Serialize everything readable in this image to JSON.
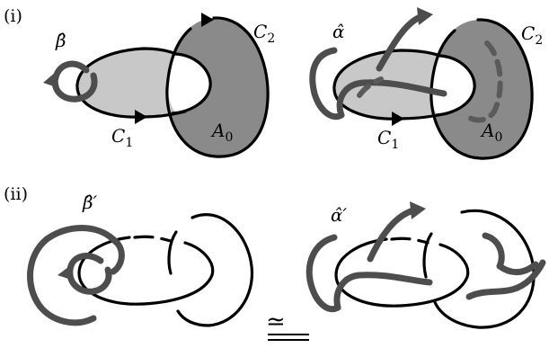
{
  "panels": {
    "i": {
      "label": "(i)",
      "left": {
        "beta_hat": "β̂",
        "c1": "C",
        "c1_sub": "1",
        "c2": "C",
        "c2_sub": "2",
        "a0": "A",
        "a0_sub": "0"
      },
      "right": {
        "alpha_hat": "α̂",
        "c1": "C",
        "c1_sub": "1",
        "c2": "C",
        "c2_sub": "2",
        "a0": "A",
        "a0_sub": "0"
      }
    },
    "ii": {
      "label": "(ii)",
      "left": {
        "beta_hat_prime": "β̂′"
      },
      "right": {
        "alpha_hat_prime": "α̂′"
      },
      "relation": "≃"
    }
  },
  "colors": {
    "disk_light": "#c8c8c8",
    "disk_dark": "#8a8a8a",
    "knot_gray": "#4d4d4d",
    "curve_black": "#000000"
  }
}
